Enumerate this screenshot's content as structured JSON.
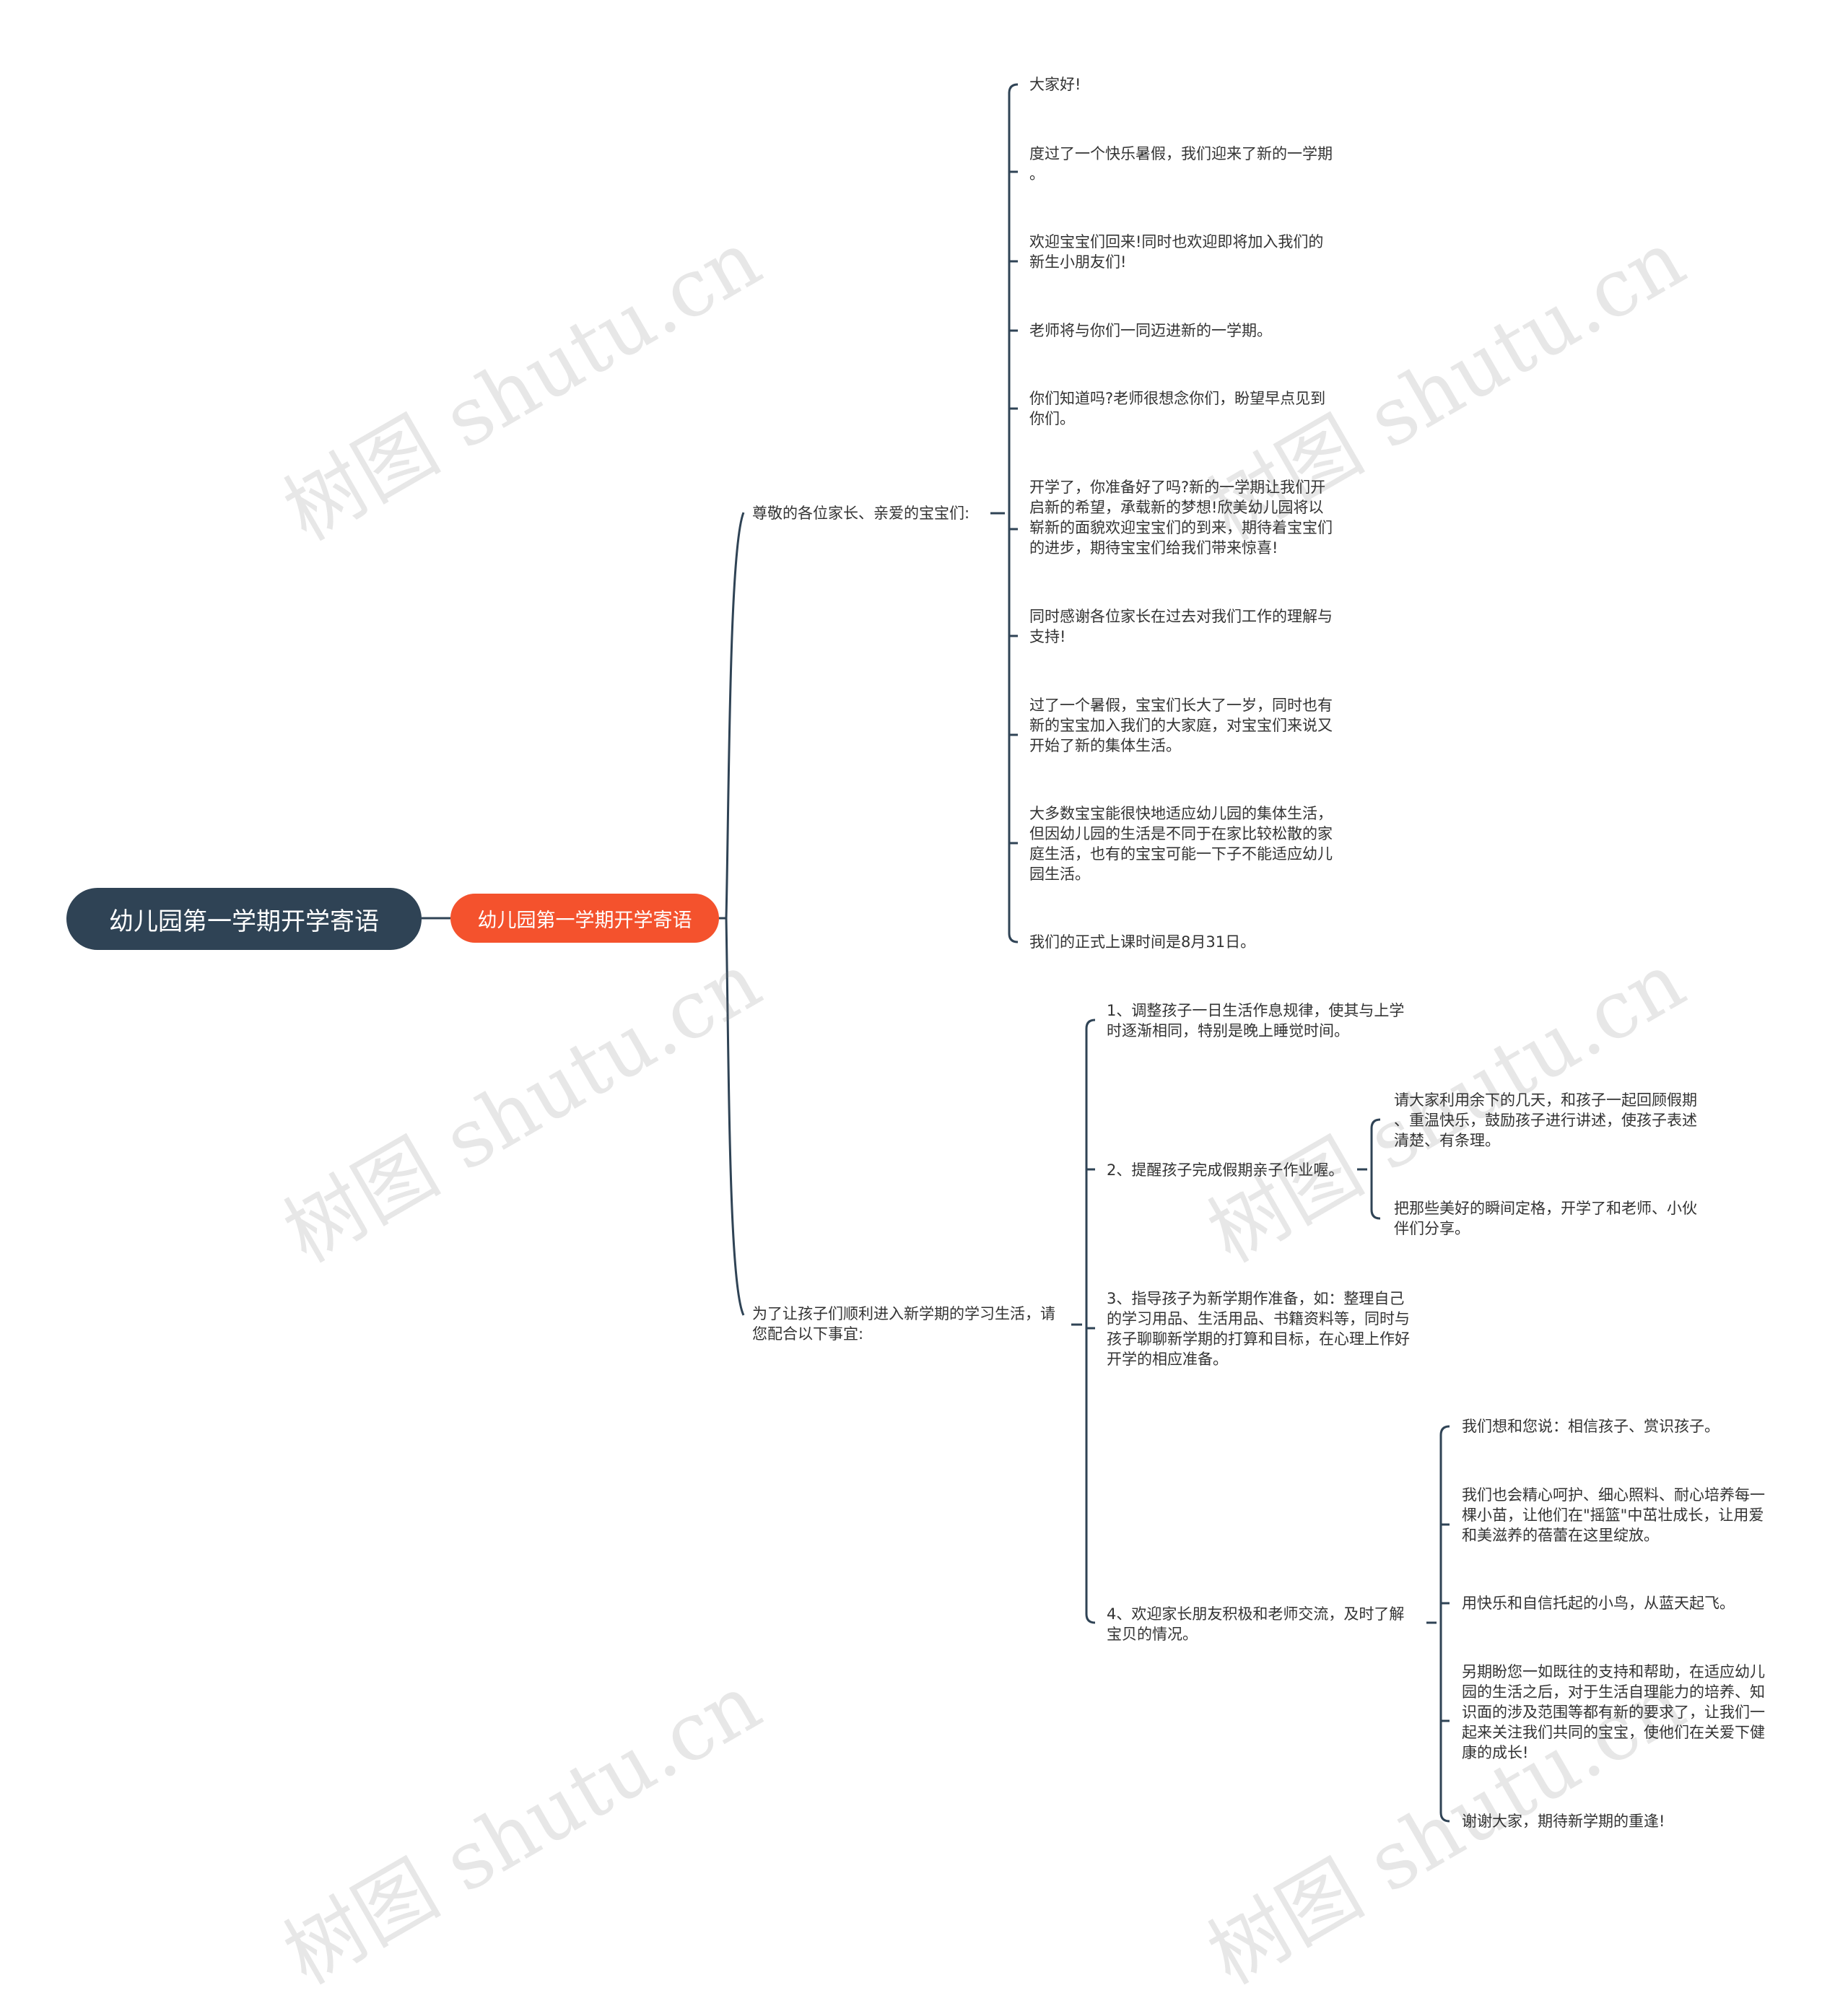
{
  "root": {
    "label": "幼儿园第一学期开学寄语"
  },
  "center": {
    "label": "幼儿园第一学期开学寄语"
  },
  "branch1": {
    "label": "尊敬的各位家长、亲爱的宝宝们:",
    "items": [
      "大家好!",
      "度过了一个快乐暑假，我们迎来了新的一学期\n。",
      "欢迎宝宝们回来!同时也欢迎即将加入我们的\n新生小朋友们!",
      "老师将与你们一同迈进新的一学期。",
      "你们知道吗?老师很想念你们，盼望早点见到\n你们。",
      "开学了，你准备好了吗?新的一学期让我们开\n启新的希望，承载新的梦想!欣美幼儿园将以\n崭新的面貌欢迎宝宝们的到来，期待着宝宝们\n的进步，期待宝宝们给我们带来惊喜!",
      "同时感谢各位家长在过去对我们工作的理解与\n支持!",
      "过了一个暑假，宝宝们长大了一岁，同时也有\n新的宝宝加入我们的大家庭，对宝宝们来说又\n开始了新的集体生活。",
      "大多数宝宝能很快地适应幼儿园的集体生活，\n但因幼儿园的生活是不同于在家比较松散的家\n庭生活，也有的宝宝可能一下子不能适应幼儿\n园生活。",
      "我们的正式上课时间是8月31日。"
    ]
  },
  "branch2": {
    "label": "为了让孩子们顺利进入新学期的学习生活，请\n您配合以下事宜:",
    "items": [
      {
        "label": "1、调整孩子一日生活作息规律，使其与上学\n时逐渐相同，特别是晚上睡觉时间。",
        "children": []
      },
      {
        "label": "2、提醒孩子完成假期亲子作业喔。",
        "children": [
          "请大家利用余下的几天，和孩子一起回顾假期\n、重温快乐，鼓励孩子进行讲述，使孩子表述\n清楚、有条理。",
          "把那些美好的瞬间定格，开学了和老师、小伙\n伴们分享。"
        ]
      },
      {
        "label": "3、指导孩子为新学期作准备，如：整理自己\n的学习用品、生活用品、书籍资料等，同时与\n孩子聊聊新学期的打算和目标，在心理上作好\n开学的相应准备。",
        "children": []
      },
      {
        "label": "4、欢迎家长朋友积极和老师交流，及时了解\n宝贝的情况。",
        "children": [
          "我们想和您说：相信孩子、赏识孩子。",
          "我们也会精心呵护、细心照料、耐心培养每一\n棵小苗，让他们在\"摇篮\"中茁壮成长，让用爱\n和美滋养的蓓蕾在这里绽放。",
          "用快乐和自信托起的小鸟，从蓝天起飞。",
          "另期盼您一如既往的支持和帮助，在适应幼儿\n园的生活之后，对于生活自理能力的培养、知\n识面的涉及范围等都有新的要求了，让我们一\n起来关注我们共同的宝宝，使他们在关爱下健\n康的成长!",
          "谢谢大家，期待新学期的重逢!"
        ]
      }
    ]
  },
  "watermark": "树图 shutu.cn",
  "colors": {
    "root": "#2f4355",
    "center": "#f4522d",
    "line": "#2f4355",
    "text": "#333333"
  }
}
